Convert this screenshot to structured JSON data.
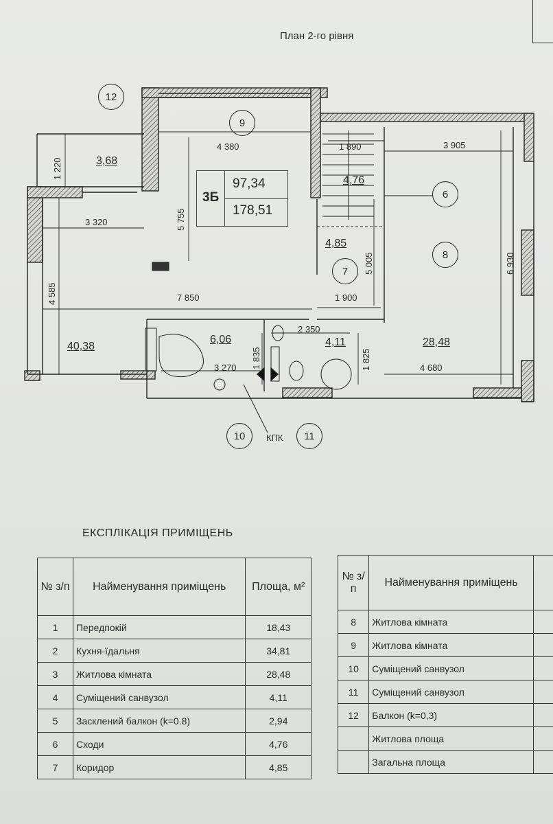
{
  "plan": {
    "title": "План 2-го рівня",
    "apartment": {
      "code": "3Б",
      "living_area": "97,34",
      "total_area": "178,51"
    },
    "room_markers": [
      "12",
      "9",
      "6",
      "8",
      "7",
      "10",
      "11"
    ],
    "room_areas": {
      "balcony": "3,68",
      "stairs": "4,76",
      "corridor": "4,85",
      "living_room_1": "40,38",
      "bathroom_10": "6,06",
      "bathroom_11": "4,11",
      "living_room_8": "28,48"
    },
    "dimensions": [
      "1 220",
      "4 380",
      "1 890",
      "3 905",
      "3 320",
      "5 755",
      "5 005",
      "6 930",
      "4 585",
      "7 850",
      "1 900",
      "2 350",
      "1 835",
      "1 825",
      "3 270",
      "4 680"
    ],
    "kpk_label": "КПК"
  },
  "explication": {
    "title": "ЕКСПЛІКАЦІЯ ПРИМІЩЕНЬ",
    "headers": {
      "no": "№ з/п",
      "name": "Найменування приміщень",
      "area": "Площа, м²"
    },
    "left_rows": [
      {
        "no": "1",
        "name": "Передпокій",
        "area": "18,43"
      },
      {
        "no": "2",
        "name": "Кухня-їдальня",
        "area": "34,81"
      },
      {
        "no": "3",
        "name": "Житлова кімната",
        "area": "28,48"
      },
      {
        "no": "4",
        "name": "Суміщений санвузол",
        "area": "4,11"
      },
      {
        "no": "5",
        "name": "Засклений балкон (k=0.8)",
        "area": "2,94"
      },
      {
        "no": "6",
        "name": "Сходи",
        "area": "4,76"
      },
      {
        "no": "7",
        "name": "Коридор",
        "area": "4,85"
      }
    ],
    "right_rows": [
      {
        "no": "8",
        "name": "Житлова кімната"
      },
      {
        "no": "9",
        "name": "Житлова кімната"
      },
      {
        "no": "10",
        "name": "Суміщений санвузол"
      },
      {
        "no": "11",
        "name": "Суміщений санвузол"
      },
      {
        "no": "12",
        "name": "Балкон (k=0,3)"
      },
      {
        "no": "",
        "name": "Житлова площа"
      },
      {
        "no": "",
        "name": "Загальна площа"
      }
    ]
  }
}
